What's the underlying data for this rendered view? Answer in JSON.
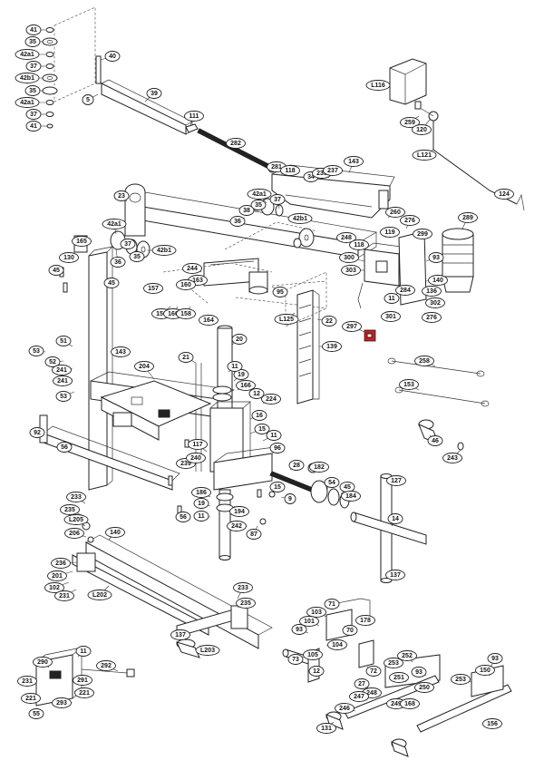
{
  "callouts": [
    {
      "id": "41",
      "t": "41"
    },
    {
      "id": "35a",
      "t": "35"
    },
    {
      "id": "42a1a",
      "t": "42a1"
    },
    {
      "id": "37a",
      "t": "37"
    },
    {
      "id": "42b1a",
      "t": "42b1"
    },
    {
      "id": "35b",
      "t": "35"
    },
    {
      "id": "42a1b",
      "t": "42a1"
    },
    {
      "id": "37b",
      "t": "37"
    },
    {
      "id": "41b",
      "t": "41"
    },
    {
      "id": "40",
      "t": "40"
    },
    {
      "id": "39",
      "t": "39"
    },
    {
      "id": "5",
      "t": "5"
    },
    {
      "id": "111",
      "t": "111"
    },
    {
      "id": "282",
      "t": "282"
    },
    {
      "id": "281",
      "t": "281"
    },
    {
      "id": "118",
      "t": "118"
    },
    {
      "id": "34",
      "t": "34"
    },
    {
      "id": "235a",
      "t": "235"
    },
    {
      "id": "237",
      "t": "237"
    },
    {
      "id": "143a",
      "t": "143"
    },
    {
      "id": "L116",
      "t": "L116"
    },
    {
      "id": "259",
      "t": "259"
    },
    {
      "id": "120",
      "t": "120"
    },
    {
      "id": "L121",
      "t": "L121"
    },
    {
      "id": "124",
      "t": "124"
    },
    {
      "id": "23",
      "t": "23"
    },
    {
      "id": "42a1c",
      "t": "42a1"
    },
    {
      "id": "37c",
      "t": "37"
    },
    {
      "id": "35c",
      "t": "35"
    },
    {
      "id": "38",
      "t": "38"
    },
    {
      "id": "42b1b",
      "t": "42b1"
    },
    {
      "id": "42a1d",
      "t": "42a1"
    },
    {
      "id": "36a",
      "t": "36"
    },
    {
      "id": "37d",
      "t": "37"
    },
    {
      "id": "42b1c",
      "t": "42b1"
    },
    {
      "id": "35d",
      "t": "35"
    },
    {
      "id": "36b",
      "t": "36"
    },
    {
      "id": "260",
      "t": "260"
    },
    {
      "id": "276a",
      "t": "276"
    },
    {
      "id": "289",
      "t": "289"
    },
    {
      "id": "119",
      "t": "119"
    },
    {
      "id": "299",
      "t": "299"
    },
    {
      "id": "248",
      "t": "248"
    },
    {
      "id": "118b",
      "t": "118"
    },
    {
      "id": "165",
      "t": "165"
    },
    {
      "id": "130",
      "t": "130"
    },
    {
      "id": "45a",
      "t": "45"
    },
    {
      "id": "45b",
      "t": "45"
    },
    {
      "id": "244",
      "t": "244"
    },
    {
      "id": "163",
      "t": "163"
    },
    {
      "id": "157",
      "t": "157"
    },
    {
      "id": "160",
      "t": "160"
    },
    {
      "id": "159",
      "t": "159"
    },
    {
      "id": "160b",
      "t": "160"
    },
    {
      "id": "158",
      "t": "158"
    },
    {
      "id": "164",
      "t": "164"
    },
    {
      "id": "95",
      "t": "95"
    },
    {
      "id": "L125",
      "t": "L125"
    },
    {
      "id": "22",
      "t": "22"
    },
    {
      "id": "300",
      "t": "300"
    },
    {
      "id": "303",
      "t": "303"
    },
    {
      "id": "11a",
      "t": "11"
    },
    {
      "id": "284",
      "t": "284"
    },
    {
      "id": "93a",
      "t": "93"
    },
    {
      "id": "136",
      "t": "136"
    },
    {
      "id": "140a",
      "t": "140"
    },
    {
      "id": "302",
      "t": "302"
    },
    {
      "id": "301",
      "t": "301"
    },
    {
      "id": "276b",
      "t": "276"
    },
    {
      "id": "297",
      "t": "297"
    },
    {
      "id": "139",
      "t": "139"
    },
    {
      "id": "20",
      "t": "20"
    },
    {
      "id": "53",
      "t": "53"
    },
    {
      "id": "51",
      "t": "51"
    },
    {
      "id": "52",
      "t": "52"
    },
    {
      "id": "241a",
      "t": "241"
    },
    {
      "id": "241b",
      "t": "241"
    },
    {
      "id": "143b",
      "t": "143"
    },
    {
      "id": "204",
      "t": "204"
    },
    {
      "id": "21",
      "t": "21"
    },
    {
      "id": "53b",
      "t": "53"
    },
    {
      "id": "19a",
      "t": "19"
    },
    {
      "id": "166",
      "t": "166"
    },
    {
      "id": "12",
      "t": "12"
    },
    {
      "id": "224",
      "t": "224"
    },
    {
      "id": "11b",
      "t": "11"
    },
    {
      "id": "258",
      "t": "258"
    },
    {
      "id": "153",
      "t": "153"
    },
    {
      "id": "46",
      "t": "46"
    },
    {
      "id": "243",
      "t": "243"
    },
    {
      "id": "92",
      "t": "92"
    },
    {
      "id": "56a",
      "t": "56"
    },
    {
      "id": "16",
      "t": "16"
    },
    {
      "id": "15a",
      "t": "15"
    },
    {
      "id": "11c",
      "t": "11"
    },
    {
      "id": "96",
      "t": "96"
    },
    {
      "id": "117",
      "t": "117"
    },
    {
      "id": "239",
      "t": "239"
    },
    {
      "id": "240",
      "t": "240"
    },
    {
      "id": "28",
      "t": "28"
    },
    {
      "id": "182",
      "t": "182"
    },
    {
      "id": "127",
      "t": "127"
    },
    {
      "id": "15b",
      "t": "15"
    },
    {
      "id": "54",
      "t": "54"
    },
    {
      "id": "45c",
      "t": "45"
    },
    {
      "id": "184",
      "t": "184"
    },
    {
      "id": "9",
      "t": "9"
    },
    {
      "id": "186",
      "t": "186"
    },
    {
      "id": "19b",
      "t": "19"
    },
    {
      "id": "11d",
      "t": "11"
    },
    {
      "id": "194",
      "t": "194"
    },
    {
      "id": "242",
      "t": "242"
    },
    {
      "id": "87",
      "t": "87"
    },
    {
      "id": "14",
      "t": "14"
    },
    {
      "id": "56b",
      "t": "56"
    },
    {
      "id": "233a",
      "t": "233"
    },
    {
      "id": "235b",
      "t": "235"
    },
    {
      "id": "L205",
      "t": "L205"
    },
    {
      "id": "140b",
      "t": "140"
    },
    {
      "id": "206",
      "t": "206"
    },
    {
      "id": "236",
      "t": "236"
    },
    {
      "id": "201",
      "t": "201"
    },
    {
      "id": "102",
      "t": "102"
    },
    {
      "id": "231a",
      "t": "231"
    },
    {
      "id": "L202",
      "t": "L202"
    },
    {
      "id": "137a",
      "t": "137"
    },
    {
      "id": "233b",
      "t": "233"
    },
    {
      "id": "235c",
      "t": "235"
    },
    {
      "id": "137b",
      "t": "137"
    },
    {
      "id": "L203",
      "t": "L203"
    },
    {
      "id": "103",
      "t": "103"
    },
    {
      "id": "71",
      "t": "71"
    },
    {
      "id": "178",
      "t": "178"
    },
    {
      "id": "93b",
      "t": "93"
    },
    {
      "id": "101",
      "t": "101"
    },
    {
      "id": "70",
      "t": "70"
    },
    {
      "id": "104",
      "t": "104"
    },
    {
      "id": "73",
      "t": "73"
    },
    {
      "id": "105",
      "t": "105"
    },
    {
      "id": "72",
      "t": "72"
    },
    {
      "id": "12b",
      "t": "12"
    },
    {
      "id": "290",
      "t": "290"
    },
    {
      "id": "11e",
      "t": "11"
    },
    {
      "id": "292",
      "t": "292"
    },
    {
      "id": "291",
      "t": "291"
    },
    {
      "id": "231b",
      "t": "231"
    },
    {
      "id": "221a",
      "t": "221"
    },
    {
      "id": "221b",
      "t": "221"
    },
    {
      "id": "55",
      "t": "55"
    },
    {
      "id": "293",
      "t": "293"
    },
    {
      "id": "253a",
      "t": "253"
    },
    {
      "id": "252",
      "t": "252"
    },
    {
      "id": "93c",
      "t": "93"
    },
    {
      "id": "93d",
      "t": "93"
    },
    {
      "id": "27",
      "t": "27"
    },
    {
      "id": "248b",
      "t": "248"
    },
    {
      "id": "251",
      "t": "251"
    },
    {
      "id": "250",
      "t": "250"
    },
    {
      "id": "253b",
      "t": "253"
    },
    {
      "id": "150",
      "t": "150"
    },
    {
      "id": "247",
      "t": "247"
    },
    {
      "id": "246",
      "t": "246"
    },
    {
      "id": "249",
      "t": "249"
    },
    {
      "id": "168",
      "t": "168"
    },
    {
      "id": "131",
      "t": "131"
    },
    {
      "id": "156",
      "t": "156"
    }
  ]
}
